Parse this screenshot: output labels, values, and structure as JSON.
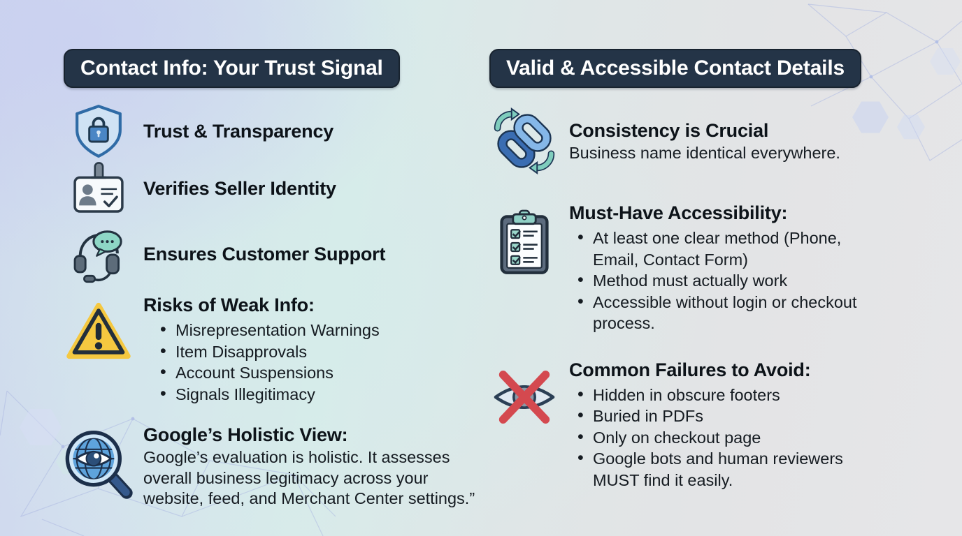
{
  "colors": {
    "header_bg": "#243447",
    "header_text": "#ffffff",
    "body_text": "#10161c",
    "shield_blue": "#4a86c5",
    "warning_yellow": "#f5c840",
    "teal_accent": "#8ed7c6",
    "cross_red": "#d4494f",
    "link_blue_dark": "#3a6db2",
    "link_blue_light": "#85b7e8"
  },
  "left": {
    "header": "Contact Info: Your Trust Signal",
    "items": [
      {
        "icon": "shield-lock-icon",
        "title": "Trust & Transparency"
      },
      {
        "icon": "id-card-icon",
        "title": "Verifies Seller Identity"
      },
      {
        "icon": "headset-icon",
        "title": "Ensures Customer Support"
      },
      {
        "icon": "warning-triangle-icon",
        "title": "Risks of Weak Info:",
        "bullets": [
          "Misrepresentation Warnings",
          "Item Disapprovals",
          "Account Suspensions",
          "Signals Illegitimacy"
        ]
      },
      {
        "icon": "magnifier-globe-eye-icon",
        "title": "Google’s Holistic View:",
        "body": "Google’s evaluation is holistic. It assesses overall business legitimacy across your website, feed, and Merchant Center settings.”"
      }
    ]
  },
  "right": {
    "header": "Valid & Accessible Contact Details",
    "items": [
      {
        "icon": "chain-links-icon",
        "title": "Consistency is Crucial",
        "body": "Business name identical everywhere."
      },
      {
        "icon": "clipboard-checklist-icon",
        "title": "Must-Have Accessibility:",
        "bullets": [
          "At least one clear method (Phone, Email, Contact Form)",
          "Method must actually work",
          "Accessible without login or checkout process."
        ]
      },
      {
        "icon": "eye-crossed-icon",
        "title": "Common Failures to Avoid:",
        "bullets": [
          "Hidden in obscure footers",
          "Buried in PDFs",
          "Only on checkout page",
          "Google bots and human reviewers MUST find it easily."
        ]
      }
    ]
  }
}
